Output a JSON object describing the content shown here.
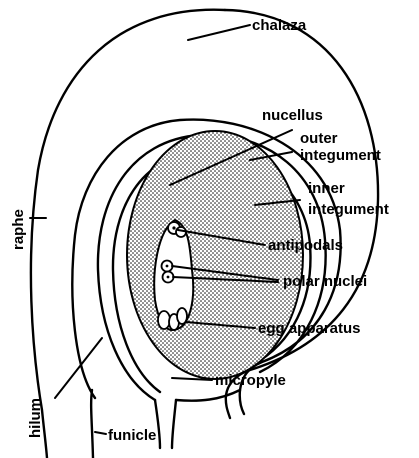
{
  "diagram": {
    "labels": {
      "chalaza": "chalaza",
      "nucellus": "nucellus",
      "outer_integument_1": "outer",
      "outer_integument_2": "integument",
      "inner_integument_1": "inner",
      "inner_integument_2": "integument",
      "raphe": "raphe",
      "antipodals": "antipodals",
      "polar_nuclei": "polar nuclei",
      "egg_apparatus": "egg apparatus",
      "micropyle": "micropyle",
      "hilum": "hilum",
      "funicle": "funicle"
    }
  }
}
